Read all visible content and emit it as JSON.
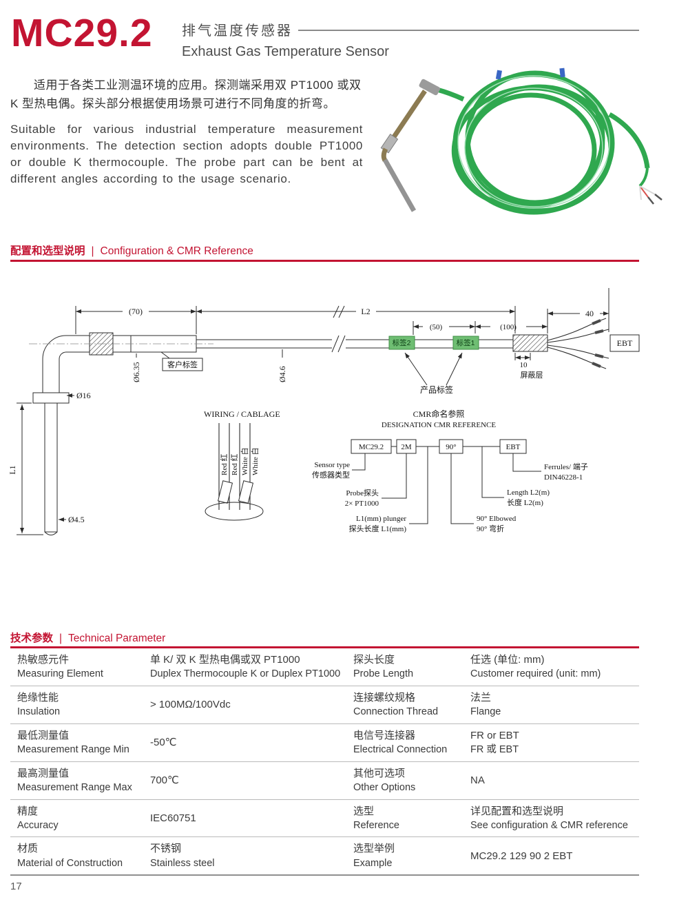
{
  "colors": {
    "accent_red": "#c31432",
    "cable_green": "#2fa84f",
    "tag_green": "#6fbe73"
  },
  "header": {
    "model": "MC29.2",
    "subtitle_zh": "排气温度传感器",
    "subtitle_en": "Exhaust Gas Temperature Sensor"
  },
  "intro": {
    "zh": "适用于各类工业测温环境的应用。探测端采用双 PT1000 或双 K 型热电偶。探头部分根据使用场景可进行不同角度的折弯。",
    "en": "Suitable for various industrial temperature measurement environments. The detection section adopts double PT1000 or double K thermocouple. The probe part can be bent at different angles according to the usage scenario."
  },
  "sections": {
    "config": {
      "zh": "配置和选型说明",
      "sep": "|",
      "en": "Configuration & CMR Reference"
    },
    "tech": {
      "zh": "技术参数",
      "sep": "|",
      "en": "Technical Parameter"
    }
  },
  "diagram": {
    "d70": "(70)",
    "l2": "L2",
    "d50": "(50)",
    "d100": "(100)",
    "d40": "40",
    "d10": "10",
    "dia635": "Ø6.35",
    "dia46": "Ø4.6",
    "dia16": "Ø16",
    "dia45": "Ø4.5",
    "l1": "L1",
    "customer_label": "客户标签",
    "tag2": "标签2",
    "tag1": "标签1",
    "product_label": "产品标签",
    "shield": "屏蔽层",
    "connector_ebt": "EBT",
    "wiring_title": "WIRING / CABLAGE",
    "wires": [
      "Red 红",
      "Red 红",
      "White 白",
      "White 白"
    ],
    "cmr_zh": "CMR命名参照",
    "cmr_en": "DESIGNATION CMR REFERENCE",
    "boxes": [
      "MC29.2",
      "2M",
      "90°",
      "EBT"
    ],
    "callouts": {
      "sensor1": "Sensor type",
      "sensor2": "传感器类型",
      "probe1": "Probe探头",
      "probe2": "2× PT1000",
      "plunger1": "L1(mm) plunger",
      "plunger2": "探头长度 L1(mm)",
      "elbow1": "90° Elbowed",
      "elbow2": "90° 弯折",
      "length1": "Length L2(m)",
      "length2": "长度 L2(m)",
      "ferrule1": "Ferrules/ 端子",
      "ferrule2": "DIN46228-1"
    }
  },
  "table": {
    "rows": [
      {
        "l_label_zh": "热敏感元件",
        "l_label_en": "Measuring Element",
        "l_val_1": "单 K/ 双 K 型热电偶或双 PT1000",
        "l_val_2": "Duplex Thermocouple K or Duplex PT1000",
        "r_label_zh": "探头长度",
        "r_label_en": "Probe Length",
        "r_val_1": "任选 (单位: mm)",
        "r_val_2": "Customer required (unit: mm)"
      },
      {
        "l_label_zh": "绝缘性能",
        "l_label_en": "Insulation",
        "l_val_1": "> 100MΩ/100Vdc",
        "l_val_2": "",
        "r_label_zh": "连接螺纹规格",
        "r_label_en": "Connection Thread",
        "r_val_1": "法兰",
        "r_val_2": "Flange"
      },
      {
        "l_label_zh": "最低测量值",
        "l_label_en": "Measurement Range Min",
        "l_val_1": "-50℃",
        "l_val_2": "",
        "r_label_zh": "电信号连接器",
        "r_label_en": "Electrical Connection",
        "r_val_1": "FR or EBT",
        "r_val_2": "FR 或 EBT"
      },
      {
        "l_label_zh": "最高测量值",
        "l_label_en": "Measurement Range Max",
        "l_val_1": "700℃",
        "l_val_2": "",
        "r_label_zh": "其他可选项",
        "r_label_en": "Other Options",
        "r_val_1": "NA",
        "r_val_2": ""
      },
      {
        "l_label_zh": "精度",
        "l_label_en": "Accuracy",
        "l_val_1": "IEC60751",
        "l_val_2": "",
        "r_label_zh": "选型",
        "r_label_en": "Reference",
        "r_val_1": "详见配置和选型说明",
        "r_val_2": "See configuration & CMR reference"
      },
      {
        "l_label_zh": "材质",
        "l_label_en": "Material of Construction",
        "l_val_1": "不锈钢",
        "l_val_2": "Stainless steel",
        "r_label_zh": "选型举例",
        "r_label_en": "Example",
        "r_val_1": "MC29.2 129 90 2 EBT",
        "r_val_2": ""
      }
    ]
  },
  "footer": {
    "page": "17"
  }
}
